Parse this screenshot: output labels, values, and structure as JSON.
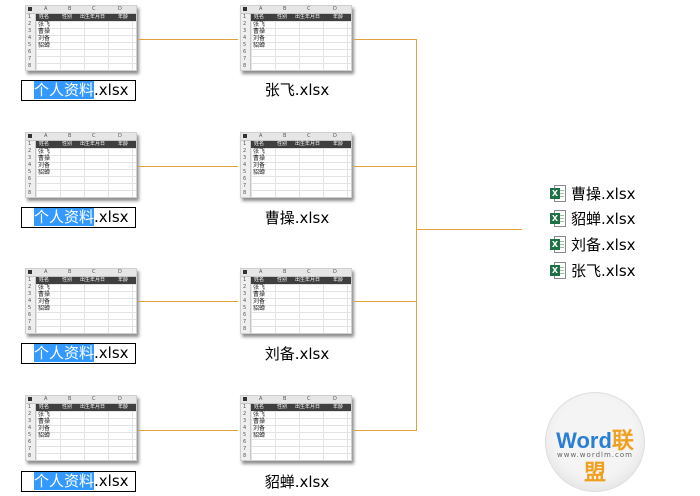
{
  "sheet": {
    "columns": [
      "A",
      "B",
      "C",
      "D"
    ],
    "header_row": [
      "姓名",
      "性别",
      "出生年月日",
      "年龄"
    ],
    "row_numbers": [
      "1",
      "2",
      "3",
      "4",
      "5",
      "6",
      "7",
      "8"
    ],
    "names": [
      "张飞",
      "曹操",
      "刘备",
      "貂蝉"
    ]
  },
  "rows": [
    {
      "source": {
        "highlight": "个人资料",
        "ext": ".xlsx"
      },
      "output": "张飞.xlsx"
    },
    {
      "source": {
        "highlight": "个人资料",
        "ext": ".xlsx"
      },
      "output": "曹操.xlsx"
    },
    {
      "source": {
        "highlight": "个人资料",
        "ext": ".xlsx"
      },
      "output": "刘备.xlsx"
    },
    {
      "source": {
        "highlight": "个人资料",
        "ext": ".xlsx"
      },
      "output": "貂蝉.xlsx"
    }
  ],
  "result_files": [
    "曹操.xlsx",
    "貂蝉.xlsx",
    "刘备.xlsx",
    "张飞.xlsx"
  ],
  "logo": {
    "word_a": "Word",
    "word_b": "联盟",
    "url": "www.wordlm.com"
  },
  "colors": {
    "connector": "#e0a23a",
    "highlight": "#3399ff",
    "excel_green": "#1e7145"
  }
}
